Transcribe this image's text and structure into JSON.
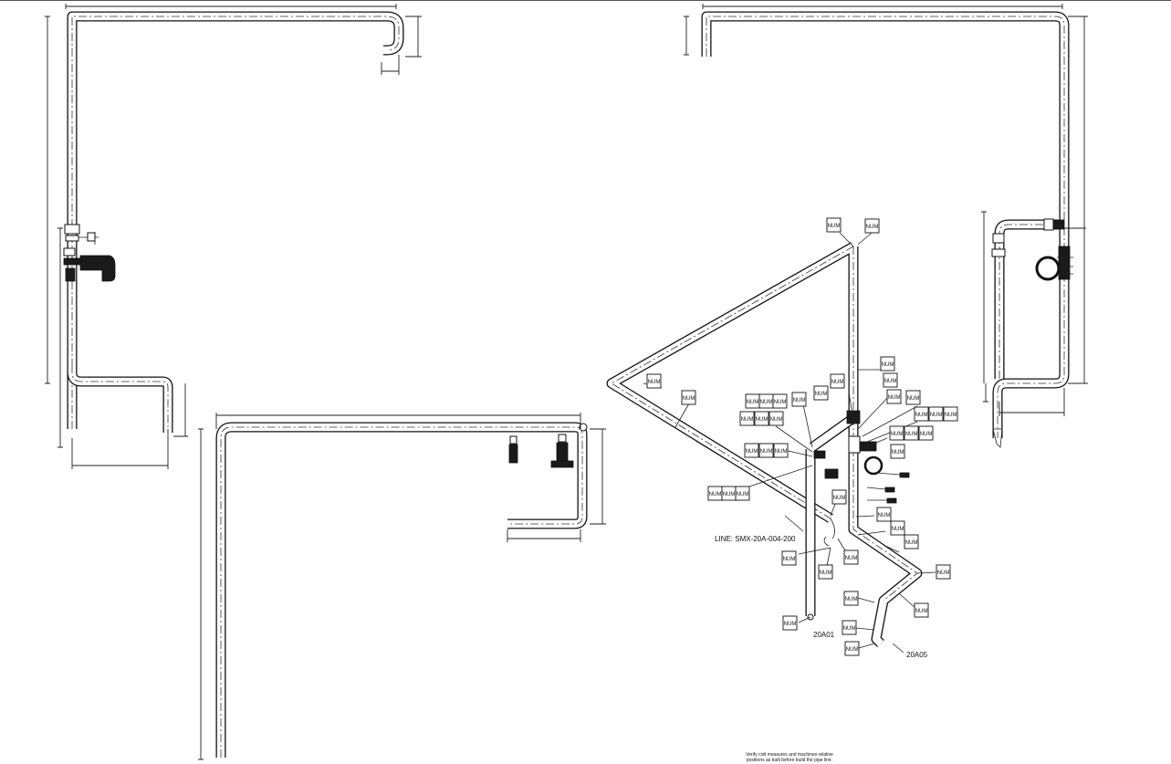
{
  "drawing": {
    "line_label": "LINE: SMX-20A-004-200",
    "endpoint_a": "20A01",
    "endpoint_b": "20A05",
    "tag_text": "NUM",
    "note_line1": "Verify civil measures and machines relative",
    "note_line2": "positions as built before build the pipe line."
  }
}
